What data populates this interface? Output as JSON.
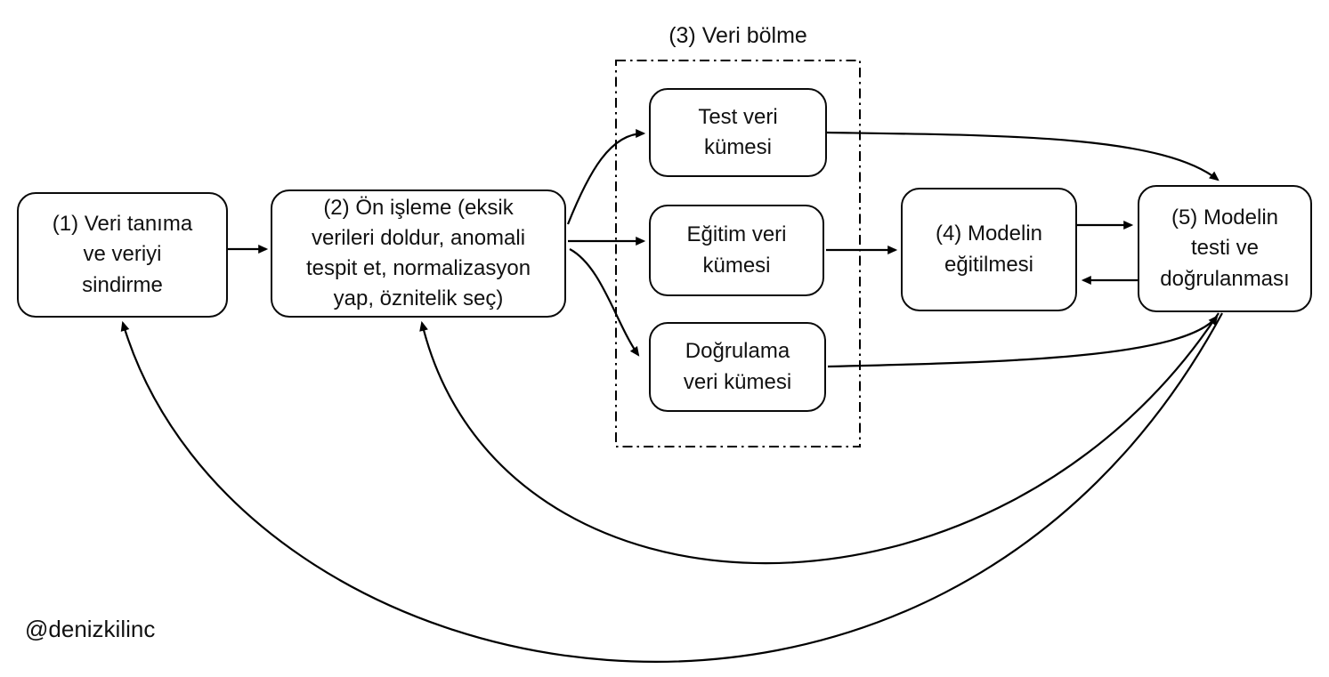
{
  "watermark": "@denizkilinc",
  "group3": {
    "title": "(3) Veri bölme"
  },
  "nodes": {
    "step1": {
      "label": [
        "(1) Veri tanıma",
        "ve veriyi",
        "sindirme"
      ]
    },
    "step2": {
      "label": [
        "(2) Ön işleme (eksik",
        "verileri doldur, anomali",
        "tespit et, normalizasyon",
        "yap, öznitelik seç)"
      ]
    },
    "test_set": {
      "label": [
        "Test veri",
        "kümesi"
      ]
    },
    "training_set": {
      "label": [
        "Eğitim veri",
        "kümesi"
      ]
    },
    "validation_set": {
      "label": [
        "Doğrulama",
        "veri kümesi"
      ]
    },
    "step4": {
      "label": [
        "(4) Modelin",
        "eğitilmesi"
      ]
    },
    "step5": {
      "label": [
        "(5) Modelin",
        "testi ve",
        "doğrulanması"
      ]
    }
  },
  "edges": [
    {
      "from": "step1",
      "to": "step2"
    },
    {
      "from": "step2",
      "to": "test_set"
    },
    {
      "from": "step2",
      "to": "training_set"
    },
    {
      "from": "step2",
      "to": "validation_set"
    },
    {
      "from": "training_set",
      "to": "step4"
    },
    {
      "from": "step4",
      "to": "step5"
    },
    {
      "from": "step5",
      "to": "step4"
    },
    {
      "from": "test_set",
      "to": "step5"
    },
    {
      "from": "validation_set",
      "to": "step5"
    },
    {
      "from": "step5",
      "to": "step2"
    },
    {
      "from": "step5",
      "to": "step1"
    }
  ],
  "colors": {
    "line": "#000000",
    "text": "#111111",
    "background": "#ffffff"
  }
}
